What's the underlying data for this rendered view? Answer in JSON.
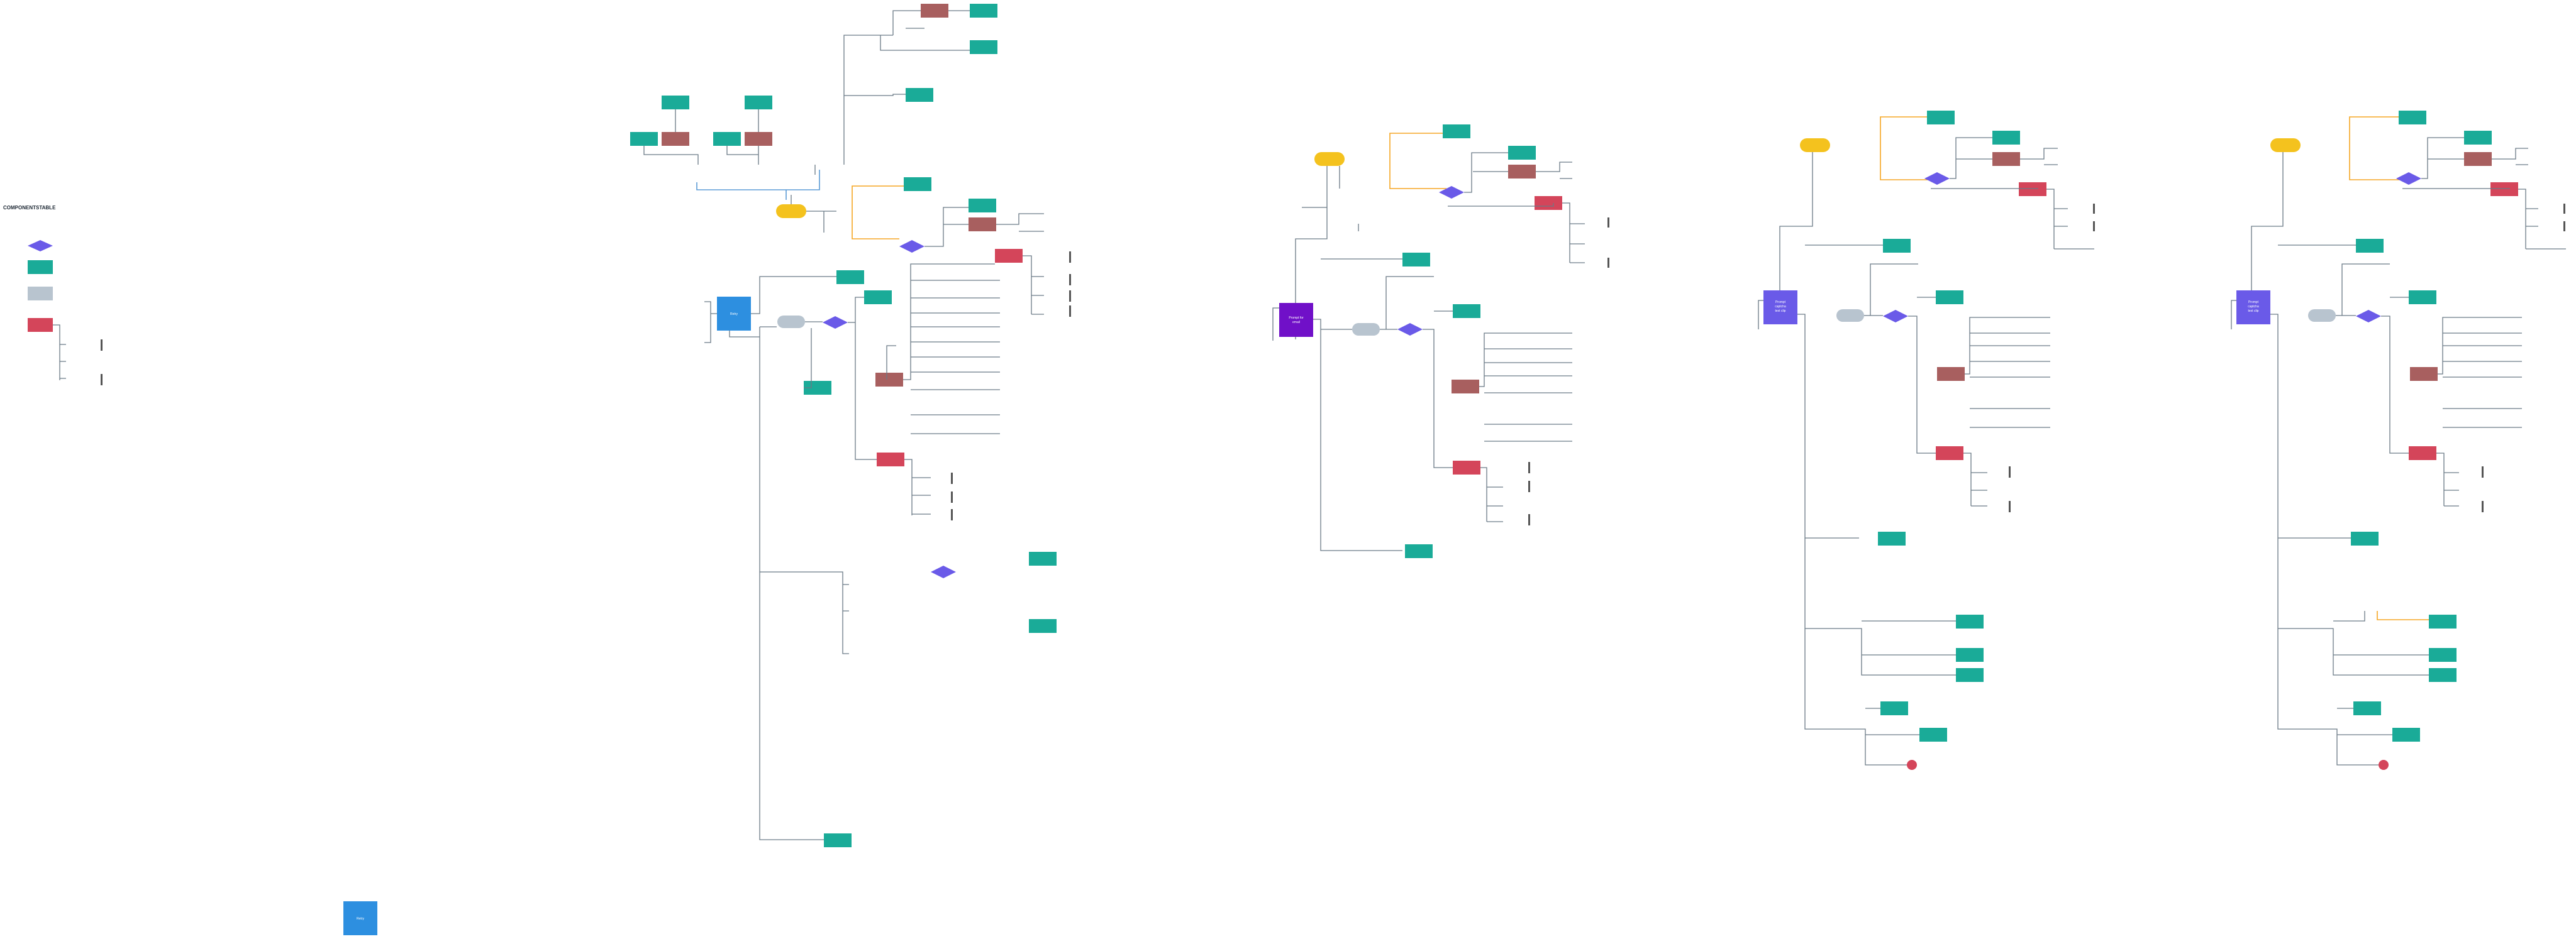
{
  "legend": {
    "title": "COMPONENTSTABLE"
  },
  "nodes": {
    "main_root": "Retry",
    "loose_root": "Retry",
    "tree2_root": "Prompt for\nemail",
    "tree3_root": "Prompt\ncaptcha\ntext clip",
    "tree4_root": "Prompt\ncaptcha\ntext clip"
  },
  "colors": {
    "teal": "#1aab98",
    "brown": "#a85f5f",
    "red": "#d4455a",
    "blue": "#2d8fe0",
    "purple": "#7010c8",
    "violet": "#6a5ae8",
    "grey": "#b8c4cf",
    "yellow": "#f4c21e",
    "edge_orange": "#f5a623",
    "edge_blue": "#5b9bd5"
  }
}
